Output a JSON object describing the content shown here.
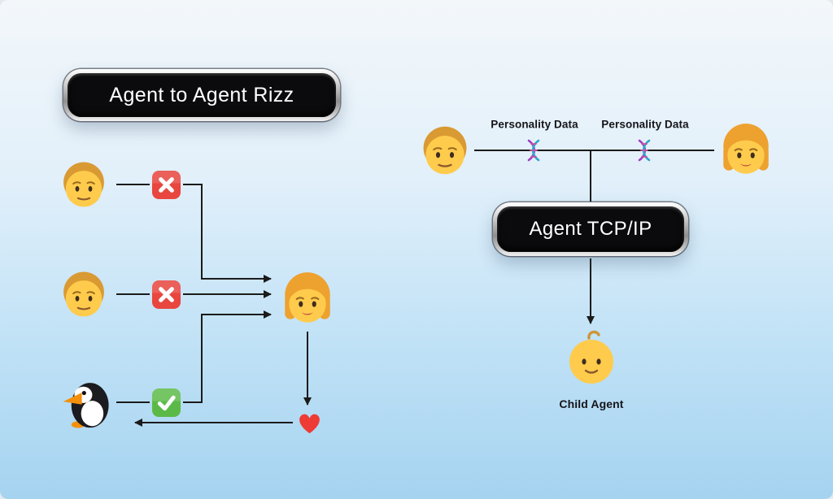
{
  "left_diagram": {
    "title": "Agent to Agent Rizz",
    "emojis": {
      "suitor_1": "👨",
      "suitor_2": "👨",
      "penguin": "🐧",
      "woman": "👩",
      "cross_mark": "❌",
      "check_mark": "✅",
      "heart": "❤️"
    }
  },
  "right_diagram": {
    "badge_title": "Agent TCP/IP",
    "personality_labels": [
      "Personality Data",
      "Personality Data"
    ],
    "child_label": "Child Agent",
    "emojis": {
      "father": "👨",
      "mother": "👩",
      "dna_left": "🧬",
      "dna_right": "🧬",
      "baby": "👶"
    }
  },
  "colors": {
    "background_top": "#f3f7fa",
    "background_bottom": "#a5d3f0",
    "badge_background": "#0b0b0d",
    "badge_text": "#ffffff",
    "connector": "#1b1b1b",
    "cross_red": "#e8463f",
    "check_green": "#5bba47",
    "heart_red": "#ee3b36",
    "dna_purple": "#9b3fc4",
    "dna_teal": "#2fa7c9"
  }
}
